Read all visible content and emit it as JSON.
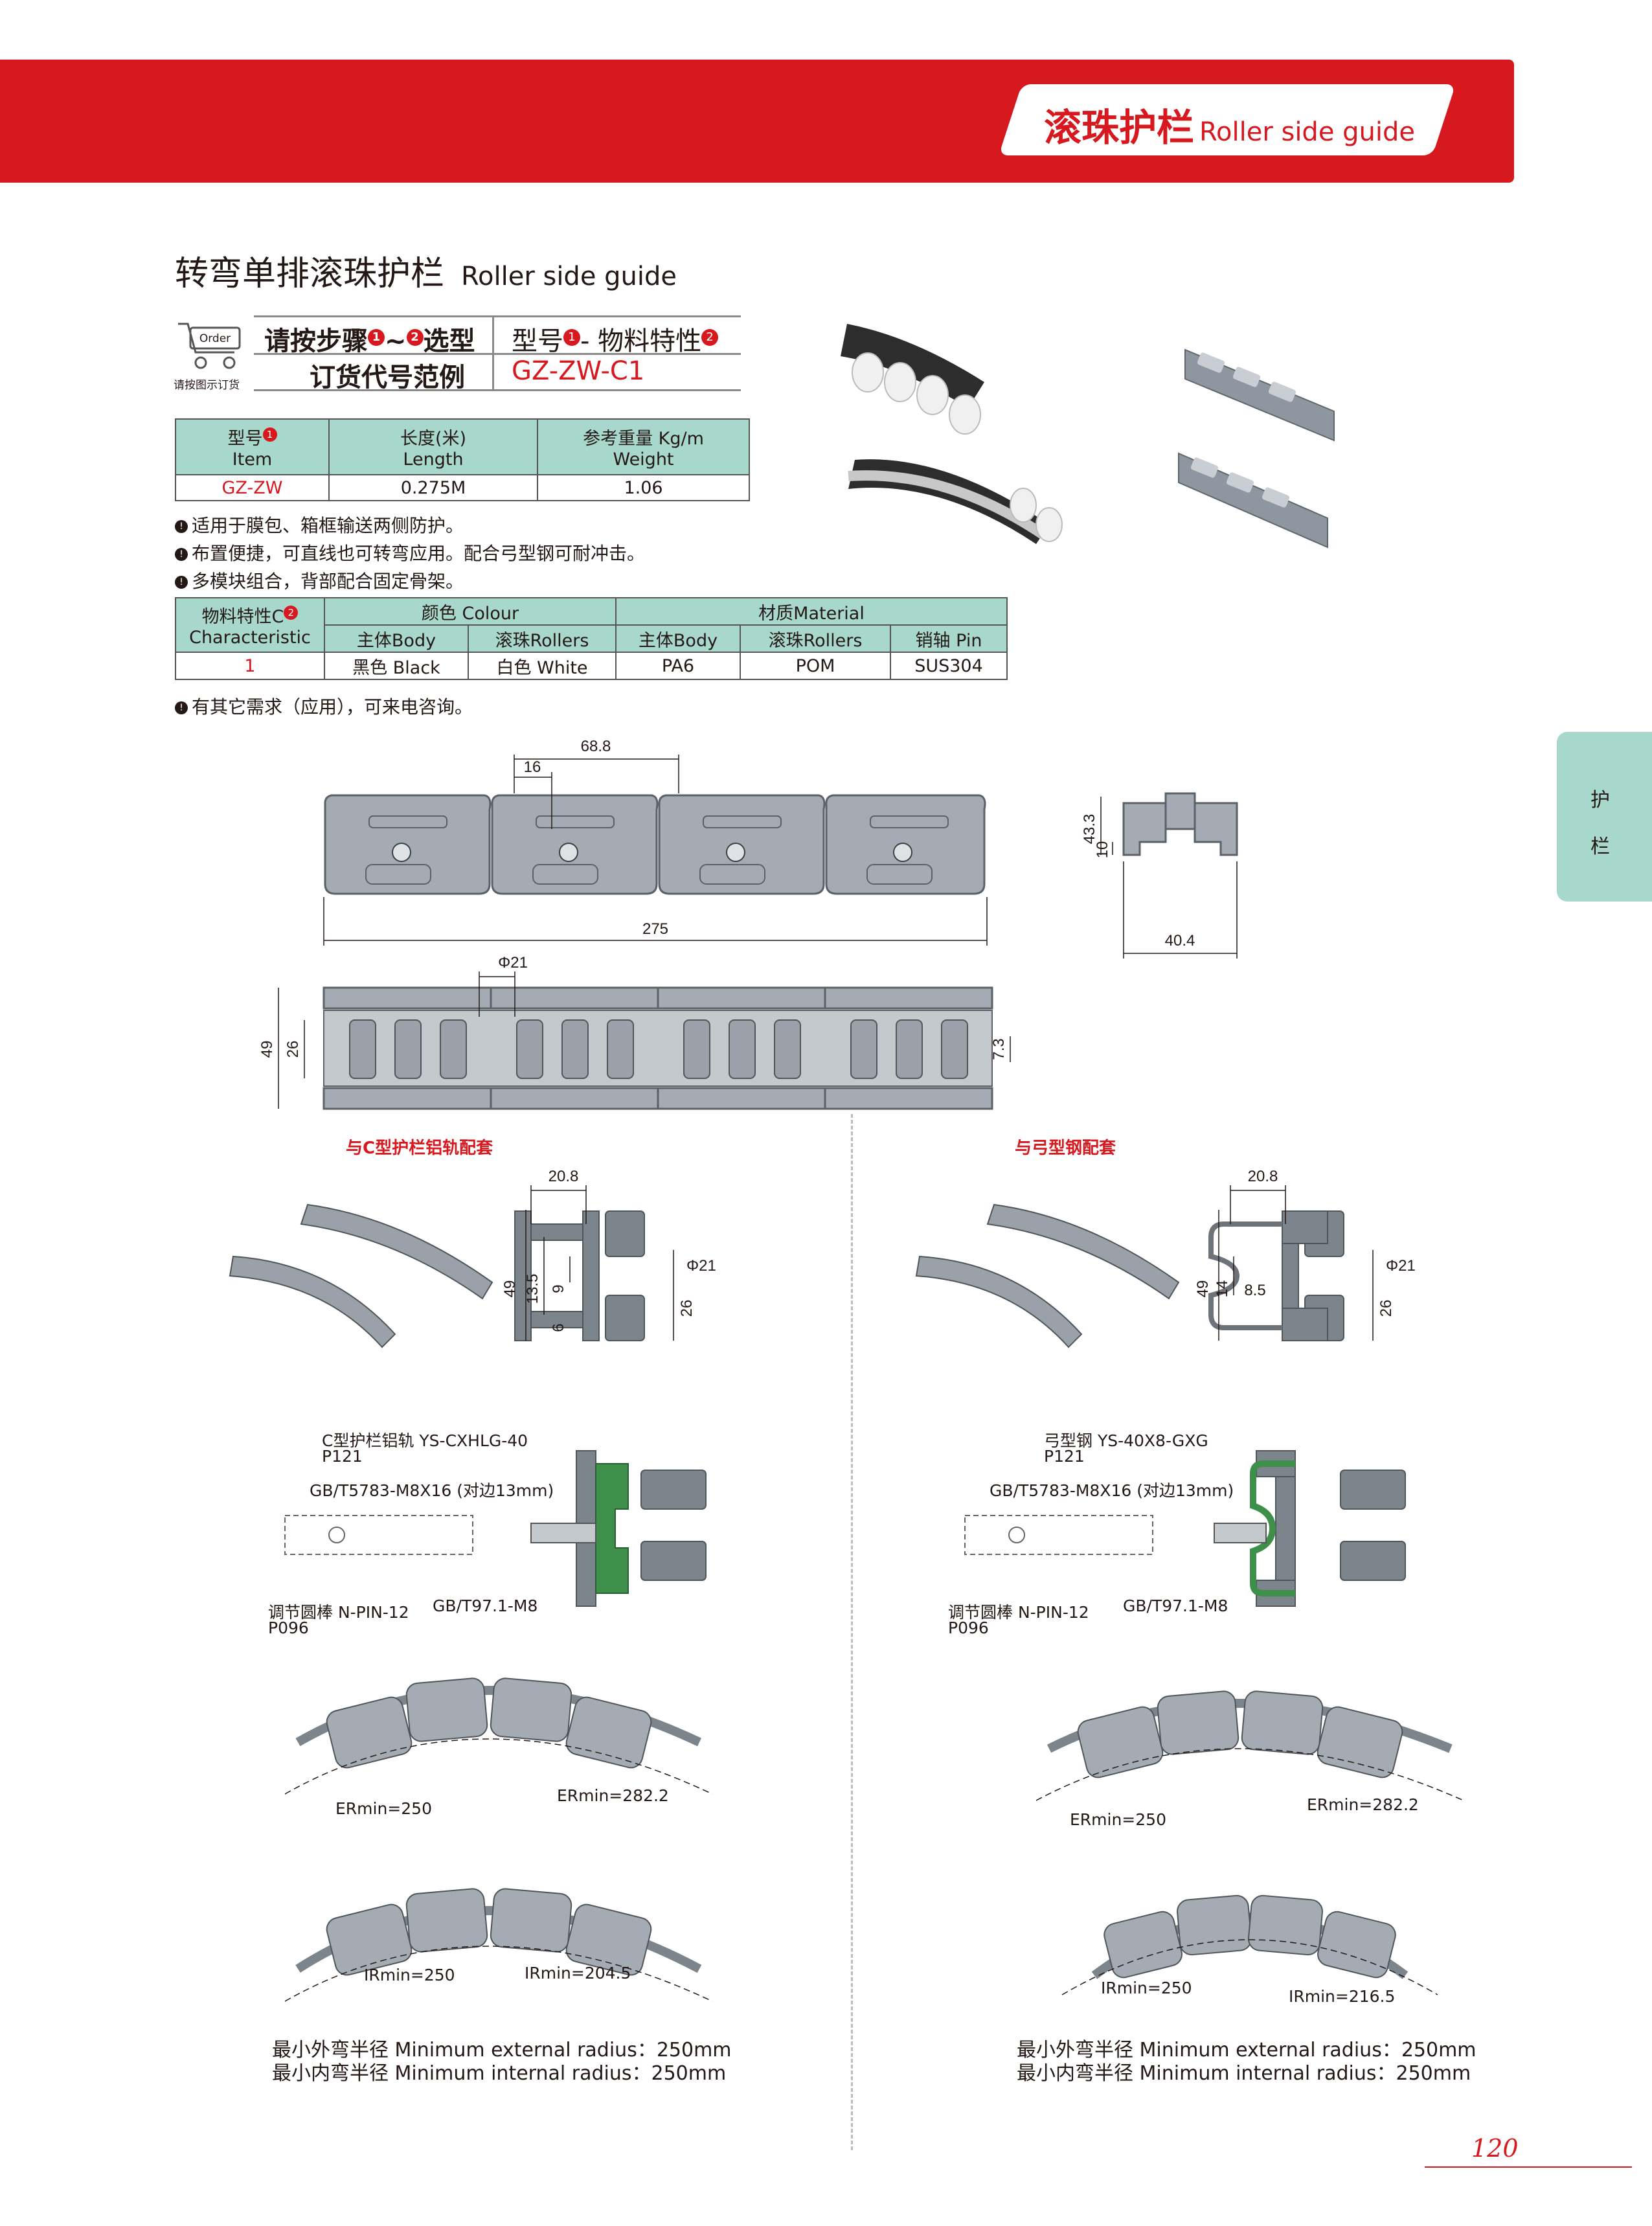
{
  "header": {
    "title_cn": "滚珠护栏",
    "title_en": "Roller side guide"
  },
  "side_tab": {
    "chars": [
      "护",
      "栏"
    ]
  },
  "section": {
    "title_cn": "转弯单排滚珠护栏",
    "title_en": "Roller side guide"
  },
  "order": {
    "icon_text": "Order",
    "caption": "请按图示订货",
    "step_prefix": "请按步骤",
    "step_sep": "~",
    "step_suffix": "选型",
    "code_label": "订货代号范例",
    "model_prefix": "型号",
    "model_suffix": "- 物料特性",
    "code_example": "GZ-ZW-C1",
    "dot1": "1",
    "dot2": "2"
  },
  "table1": {
    "headers": [
      {
        "cn": "型号",
        "en": "Item"
      },
      {
        "cn": "长度(米)",
        "en": "Length"
      },
      {
        "cn": "参考重量 Kg/m",
        "en": "Weight"
      }
    ],
    "row": [
      "GZ-ZW",
      "0.275M",
      "1.06"
    ]
  },
  "notes": [
    "适用于膜包、箱框输送两侧防护。",
    "布置便捷，可直线也可转弯应用。配合弓型钢可耐冲击。",
    "多模块组合，背部配合固定骨架。"
  ],
  "table2": {
    "char_header": "物料特性C",
    "char_header_en": "Characteristic",
    "colour_header": "颜色 Colour",
    "material_header": "材质Material",
    "sub_headers": [
      "主体Body",
      "滚珠Rollers",
      "主体Body",
      "滚珠Rollers",
      "销轴  Pin"
    ],
    "row": [
      "1",
      "黑色  Black",
      "白色  White",
      "PA6",
      "POM",
      "SUS304"
    ]
  },
  "note_after": "有其它需求（应用），可来电咨询。",
  "dims": {
    "top_pitch": "68.8",
    "top_16": "16",
    "top_total": "275",
    "side_height": "43.3",
    "side_10": "10",
    "side_width": "40.4",
    "phi21": "Φ21",
    "h49": "49",
    "h26": "26",
    "h73": "7.3"
  },
  "left_section": {
    "label": "与C型护栏铝轨配套",
    "d208": "20.8",
    "phi": "Φ21",
    "h49": "49",
    "h135": "13.5",
    "h9": "9",
    "h6": "6",
    "h26": "26",
    "rail_label": "C型护栏铝轨 YS-CXHLG-40",
    "rail_page": "P121",
    "bolt_label": "GB/T5783-M8X16 (对边13mm)",
    "pin_label": "调节圆棒 N-PIN-12",
    "pin_page": "P096",
    "nut_label": "GB/T97.1-M8",
    "er_min": "ERmin=250",
    "er_max": "ERmin=282.2",
    "ir_min": "IRmin=250",
    "ir_max": "IRmin=204.5",
    "radius_ext": "最小外弯半径 Minimum external radius：250mm",
    "radius_int": "最小内弯半径 Minimum internal radius：250mm"
  },
  "right_section": {
    "label": "与弓型钢配套",
    "d208": "20.8",
    "phi": "Φ21",
    "h49": "49",
    "h14": "14",
    "h85": "8.5",
    "h26": "26",
    "rail_label": "弓型钢 YS-40X8-GXG",
    "rail_page": "P121",
    "bolt_label": "GB/T5783-M8X16 (对边13mm)",
    "pin_label": "调节圆棒 N-PIN-12",
    "pin_page": "P096",
    "nut_label": "GB/T97.1-M8",
    "er_min": "ERmin=250",
    "er_max": "ERmin=282.2",
    "ir_min": "IRmin=250",
    "ir_max": "IRmin=216.5",
    "radius_ext": "最小外弯半径 Minimum external radius：250mm",
    "radius_int": "最小内弯半径 Minimum internal radius：250mm"
  },
  "page_number": "120"
}
